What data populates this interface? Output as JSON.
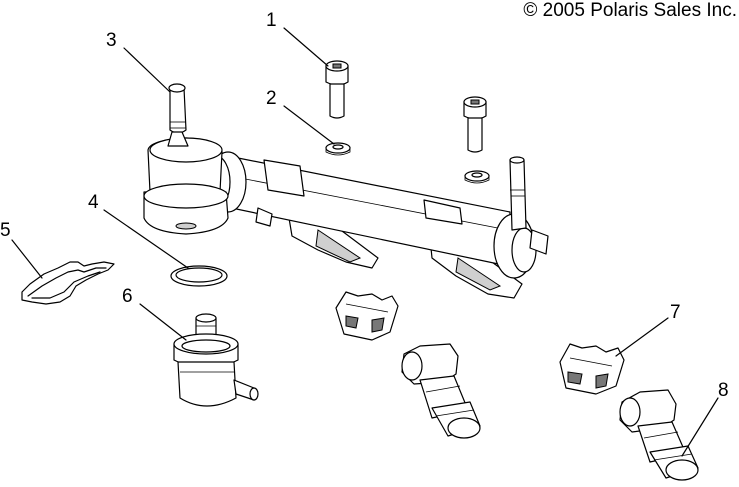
{
  "copyright": "© 2005 Polaris Sales Inc.",
  "callouts": [
    {
      "number": "1",
      "part": "bolt"
    },
    {
      "number": "2",
      "part": "washer"
    },
    {
      "number": "3",
      "part": "fuel-rail"
    },
    {
      "number": "4",
      "part": "o-ring"
    },
    {
      "number": "5",
      "part": "retaining-clip"
    },
    {
      "number": "6",
      "part": "pressure-regulator"
    },
    {
      "number": "7",
      "part": "injector-clip"
    },
    {
      "number": "8",
      "part": "fuel-injector"
    }
  ]
}
